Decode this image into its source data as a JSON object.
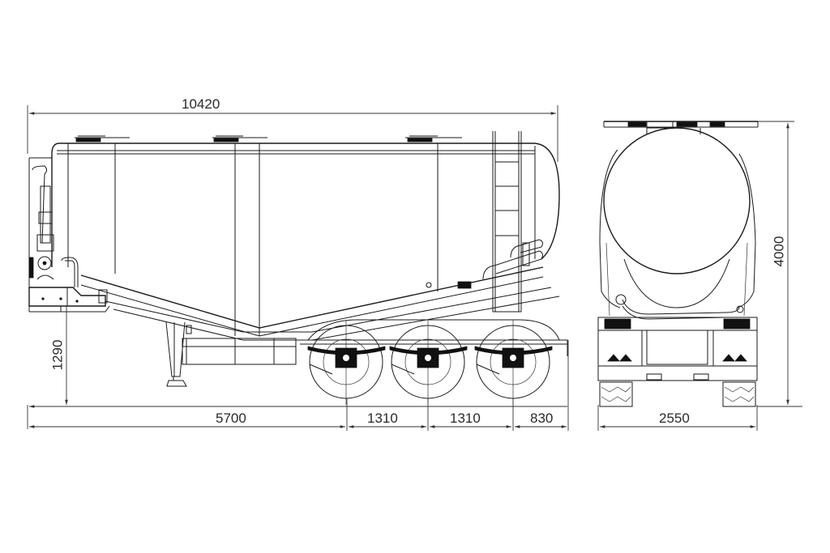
{
  "diagram": {
    "subject": "Bulk cement tanker semi-trailer, tri-axle",
    "views": [
      {
        "name": "side-view",
        "label": "Side elevation"
      },
      {
        "name": "rear-view",
        "label": "Rear elevation"
      }
    ],
    "line_color": "#1a1a1a",
    "background": "#ffffff"
  },
  "dimensions": {
    "overall_length": {
      "value": "10420",
      "unit": "mm"
    },
    "kingpin_to_first_axle": {
      "value": "5700",
      "unit": "mm"
    },
    "axle_spacing_1": {
      "value": "1310",
      "unit": "mm"
    },
    "axle_spacing_2": {
      "value": "1310",
      "unit": "mm"
    },
    "rear_overhang": {
      "value": "830",
      "unit": "mm"
    },
    "fifth_wheel_height": {
      "value": "1290",
      "unit": "mm"
    },
    "overall_width": {
      "value": "2550",
      "unit": "mm"
    },
    "overall_height": {
      "value": "4000",
      "unit": "mm"
    }
  },
  "components": {
    "manholes": 3,
    "axles": 3,
    "ladder_rungs": 5,
    "landing_gear": 1
  }
}
